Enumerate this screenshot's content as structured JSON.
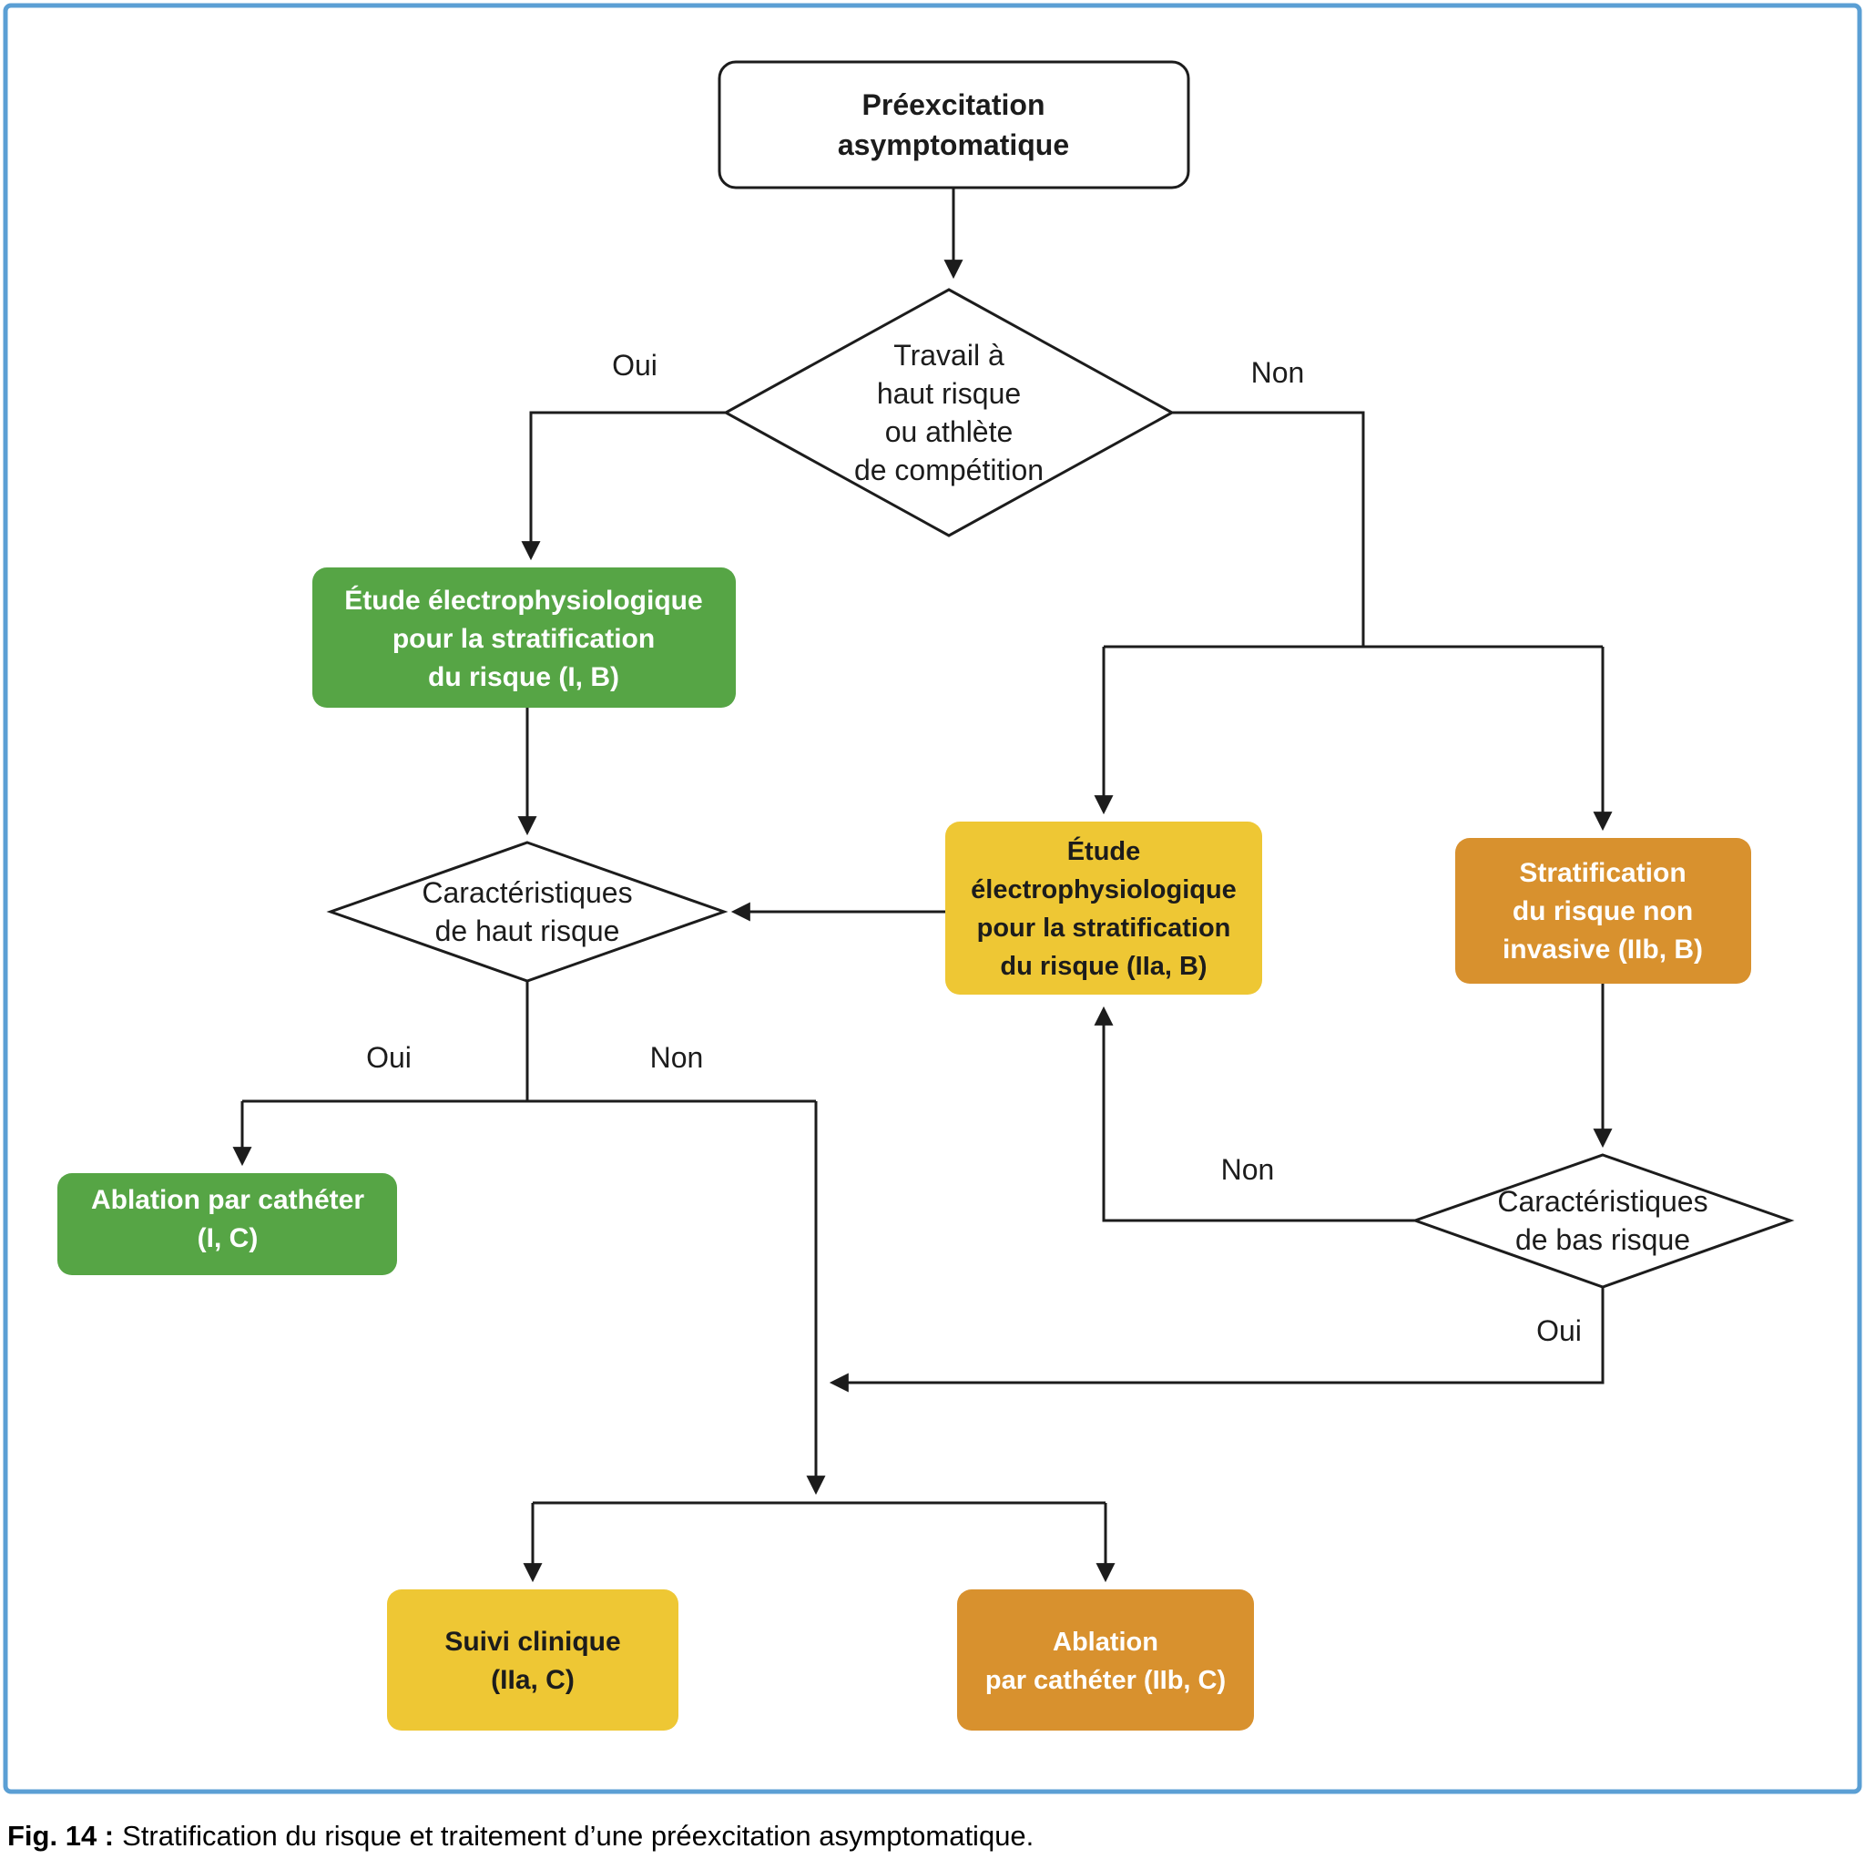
{
  "figure": {
    "caption_prefix": "Fig. 14 :",
    "caption_rest": "Stratification du risque et traitement d’une préexcitation asymptomatique."
  },
  "colors": {
    "green": "#56a545",
    "yellow": "#eec734",
    "orange": "#d8912e",
    "border_blue": "#5b9fd4"
  },
  "nodes": {
    "start": {
      "lines": [
        "Préexcitation",
        "asymptomatique"
      ]
    },
    "decision_work_risk": {
      "lines": [
        "Travail à",
        "haut risque",
        "ou athlète",
        "de compétition"
      ]
    },
    "ep_study_green": {
      "lines": [
        "Étude électrophysiologique",
        "pour la stratification",
        "du risque (I, B)"
      ]
    },
    "decision_high_risk": {
      "lines": [
        "Caractéristiques",
        "de haut risque"
      ]
    },
    "ep_study_yellow": {
      "lines": [
        "Étude",
        "électrophysiologique",
        "pour la stratification",
        "du risque (IIa, B)"
      ]
    },
    "strat_non_invasive": {
      "lines": [
        "Stratification",
        "du risque non",
        "invasive (IIb, B)"
      ]
    },
    "ablation_green": {
      "lines": [
        "Ablation par cathéter",
        "(I, C)"
      ]
    },
    "decision_low_risk": {
      "lines": [
        "Caractéristiques",
        "de bas risque"
      ]
    },
    "suivi_clinique": {
      "lines": [
        "Suivi clinique",
        "(IIa, C)"
      ]
    },
    "ablation_orange": {
      "lines": [
        "Ablation",
        "par cathéter (IIb, C)"
      ]
    }
  },
  "labels": {
    "d1_oui": "Oui",
    "d1_non": "Non",
    "d2_oui": "Oui",
    "d2_non": "Non",
    "d3_non": "Non",
    "d3_oui": "Oui"
  }
}
